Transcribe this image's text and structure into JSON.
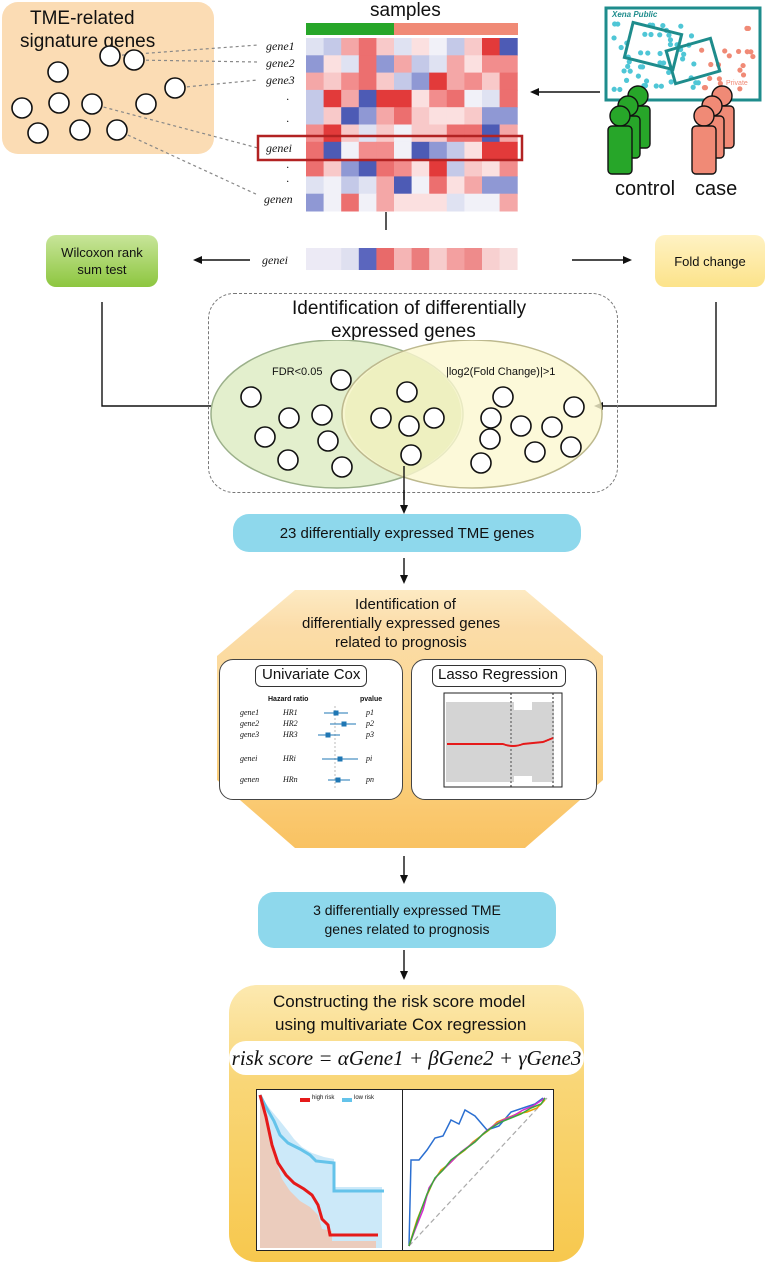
{
  "signature_panel": {
    "title_line1": "TME-related",
    "title_line2": "signature genes"
  },
  "heatmap": {
    "title": "samples",
    "gene_labels": [
      "gene1",
      "gene2",
      "gene3",
      "·",
      "·",
      "genei",
      "·",
      "·",
      "genen"
    ],
    "highlight_row_label": "genei"
  },
  "xena": {
    "label": "Xena Public",
    "tag": "Private"
  },
  "groups": {
    "control": "control",
    "case": "case"
  },
  "tests": {
    "wilcoxon": "Wilcoxon rank\nsum test",
    "fold_change": "Fold change",
    "row_label": "genei"
  },
  "deg_box": {
    "title_line1": "Identification of differentially",
    "title_line2": "expressed genes",
    "left_label": "FDR<0.05",
    "right_label": "|log2(Fold Change)|>1"
  },
  "step1": "23 differentially expressed TME genes",
  "prognosis": {
    "title_line1": "Identification of",
    "title_line2": "differentially expressed genes",
    "title_line3": "related to prognosis",
    "cox_title": "Univariate Cox",
    "lasso_title": "Lasso Regression",
    "cox_header_hr": "Hazard ratio",
    "cox_header_p": "pvalue",
    "cox_rows": [
      {
        "gene": "gene1",
        "hr": "HR1",
        "p": "p1"
      },
      {
        "gene": "gene2",
        "hr": "HR2",
        "p": "p2"
      },
      {
        "gene": "gene3",
        "hr": "HR3",
        "p": "p3"
      },
      {
        "gene": "genei",
        "hr": "HRi",
        "p": "pi"
      },
      {
        "gene": "genen",
        "hr": "HRn",
        "p": "pn"
      }
    ]
  },
  "step2_line1": "3 differentially expressed TME",
  "step2_line2": "genes related to prognosis",
  "risk": {
    "title_line1": "Constructing the risk score model",
    "title_line2": "using multivariate Cox regression",
    "formula": "risk score = αGene1 + βGene2 + γGene3",
    "legend_high": "high risk",
    "legend_low": "low risk"
  },
  "colors": {
    "peach": "#fbdcb4",
    "green": "#8dc63f",
    "yellow": "#fce38a",
    "teal": "#8ed8ec",
    "red_case": "#f08a76",
    "green_control": "#27a629",
    "xena_teal": "#1e8c8c"
  }
}
